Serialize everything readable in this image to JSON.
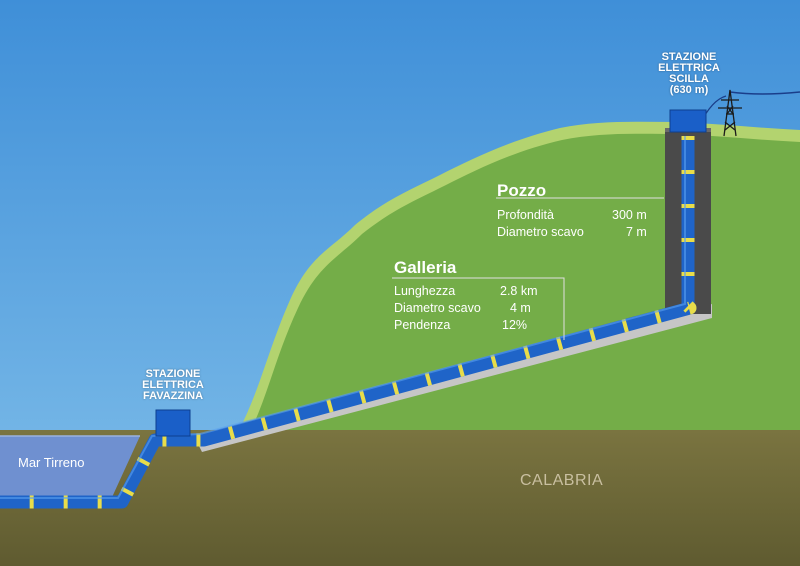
{
  "stations": {
    "scilla": {
      "line1": "STAZIONE",
      "line2": "ELETTRICA",
      "line3": "SCILLA",
      "line4": "(630 m)"
    },
    "favazzina": {
      "line1": "STAZIONE",
      "line2": "ELETTRICA",
      "line3": "FAVAZZINA"
    }
  },
  "pozzo": {
    "title": "Pozzo",
    "rows": [
      {
        "label": "Profondità",
        "value": "300 m"
      },
      {
        "label": "Diametro scavo",
        "value": "7 m"
      }
    ]
  },
  "galleria": {
    "title": "Galleria",
    "rows": [
      {
        "label": "Lunghezza",
        "value": "2.8 km"
      },
      {
        "label": "Diametro scavo",
        "value": "4 m"
      },
      {
        "label": "Pendenza",
        "value": "12%"
      }
    ]
  },
  "sea_label": "Mar Tirreno",
  "region_label": "CALABRIA",
  "colors": {
    "sky_top": "#3f8fd8",
    "sky_bottom": "#7cbbe8",
    "hill": "#74ad48",
    "hill_rim": "#b3d36f",
    "ground": "#6f6a3b",
    "sea": "#6f90d0",
    "pipe": "#1f64c8",
    "pipe_stripe": "#e8dd4a",
    "station_box": "#1a5fc8",
    "shaft": "#4a4a4a"
  }
}
